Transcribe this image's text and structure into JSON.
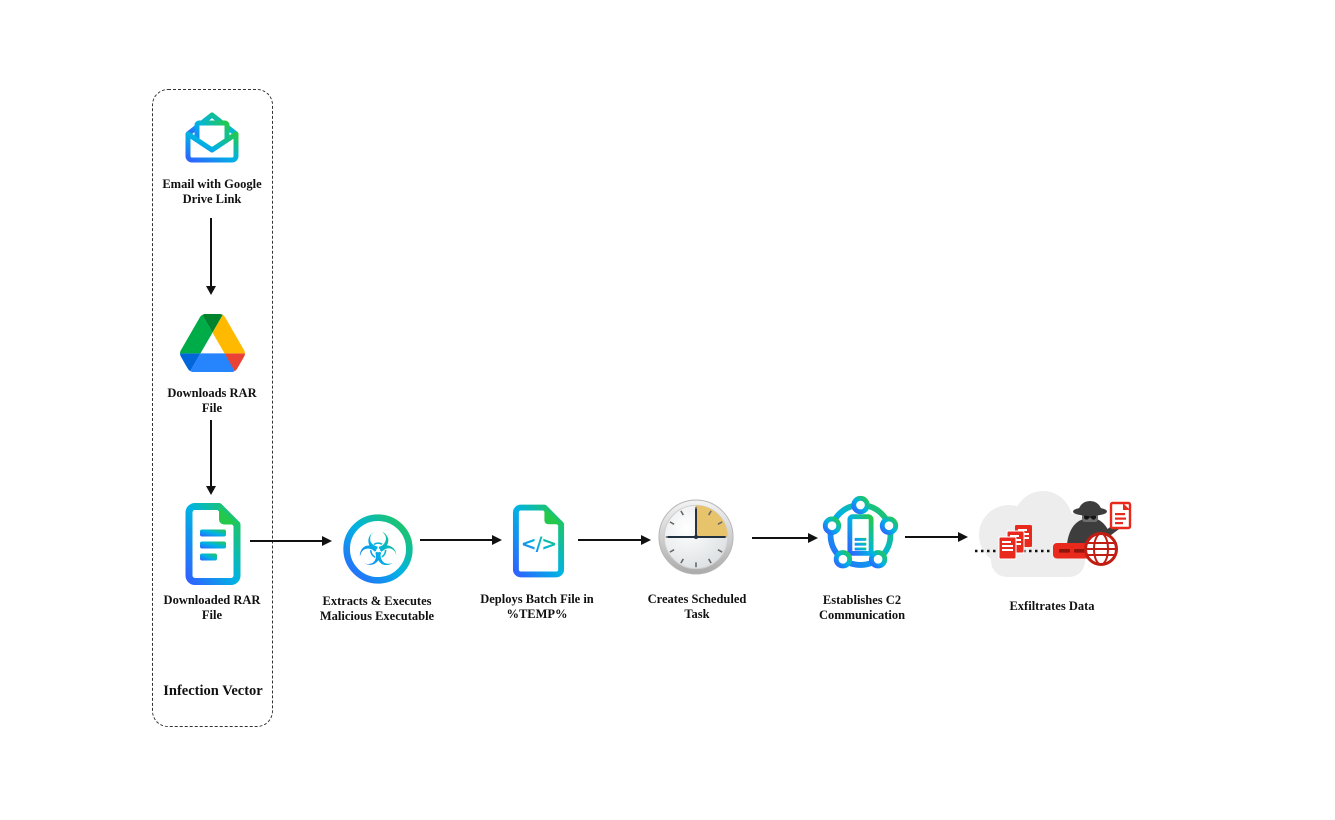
{
  "page": {
    "background": "#ffffff",
    "type": "malware-infection-chain-flow-diagram"
  },
  "infection_vector": {
    "label": "Infection Vector"
  },
  "nodes": [
    {
      "id": "email",
      "icon": "email-google-drive-link-icon",
      "label": "Email with Google\nDrive Link"
    },
    {
      "id": "drive",
      "icon": "google-drive-icon",
      "label": "Downloads RAR\nFile"
    },
    {
      "id": "rar",
      "icon": "rar-document-icon",
      "label": "Downloaded RAR\nFile"
    },
    {
      "id": "executable",
      "icon": "biohazard-icon",
      "label": "Extracts & Executes\nMalicious Executable"
    },
    {
      "id": "batch",
      "icon": "batch-code-file-icon",
      "label": "Deploys Batch File in\n%TEMP%"
    },
    {
      "id": "task",
      "icon": "scheduled-task-clock-icon",
      "label": "Creates Scheduled\nTask"
    },
    {
      "id": "c2",
      "icon": "c2-network-server-icon",
      "label": "Establishes C2\nCommunication"
    },
    {
      "id": "exfil",
      "icon": "cloud-data-exfiltration-icon",
      "label": "Exfiltrates Data"
    }
  ],
  "colors": {
    "gradient_green": "#24c94c",
    "gradient_cyan": "#00b3e3",
    "gradient_blue": "#2f62ff",
    "drive_blue": "#0066da",
    "drive_green": "#00ac47",
    "drive_red": "#ea4335",
    "drive_dark_green": "#00832d",
    "drive_light_blue": "#2684fc",
    "drive_yellow": "#ffba00",
    "clock_wedge_tan": "#e7c46c",
    "exfil_red": "#e8291c",
    "spy_gray": "#3d3d3d",
    "cloud_gray": "#ededed",
    "arrow_color": "#111111"
  }
}
